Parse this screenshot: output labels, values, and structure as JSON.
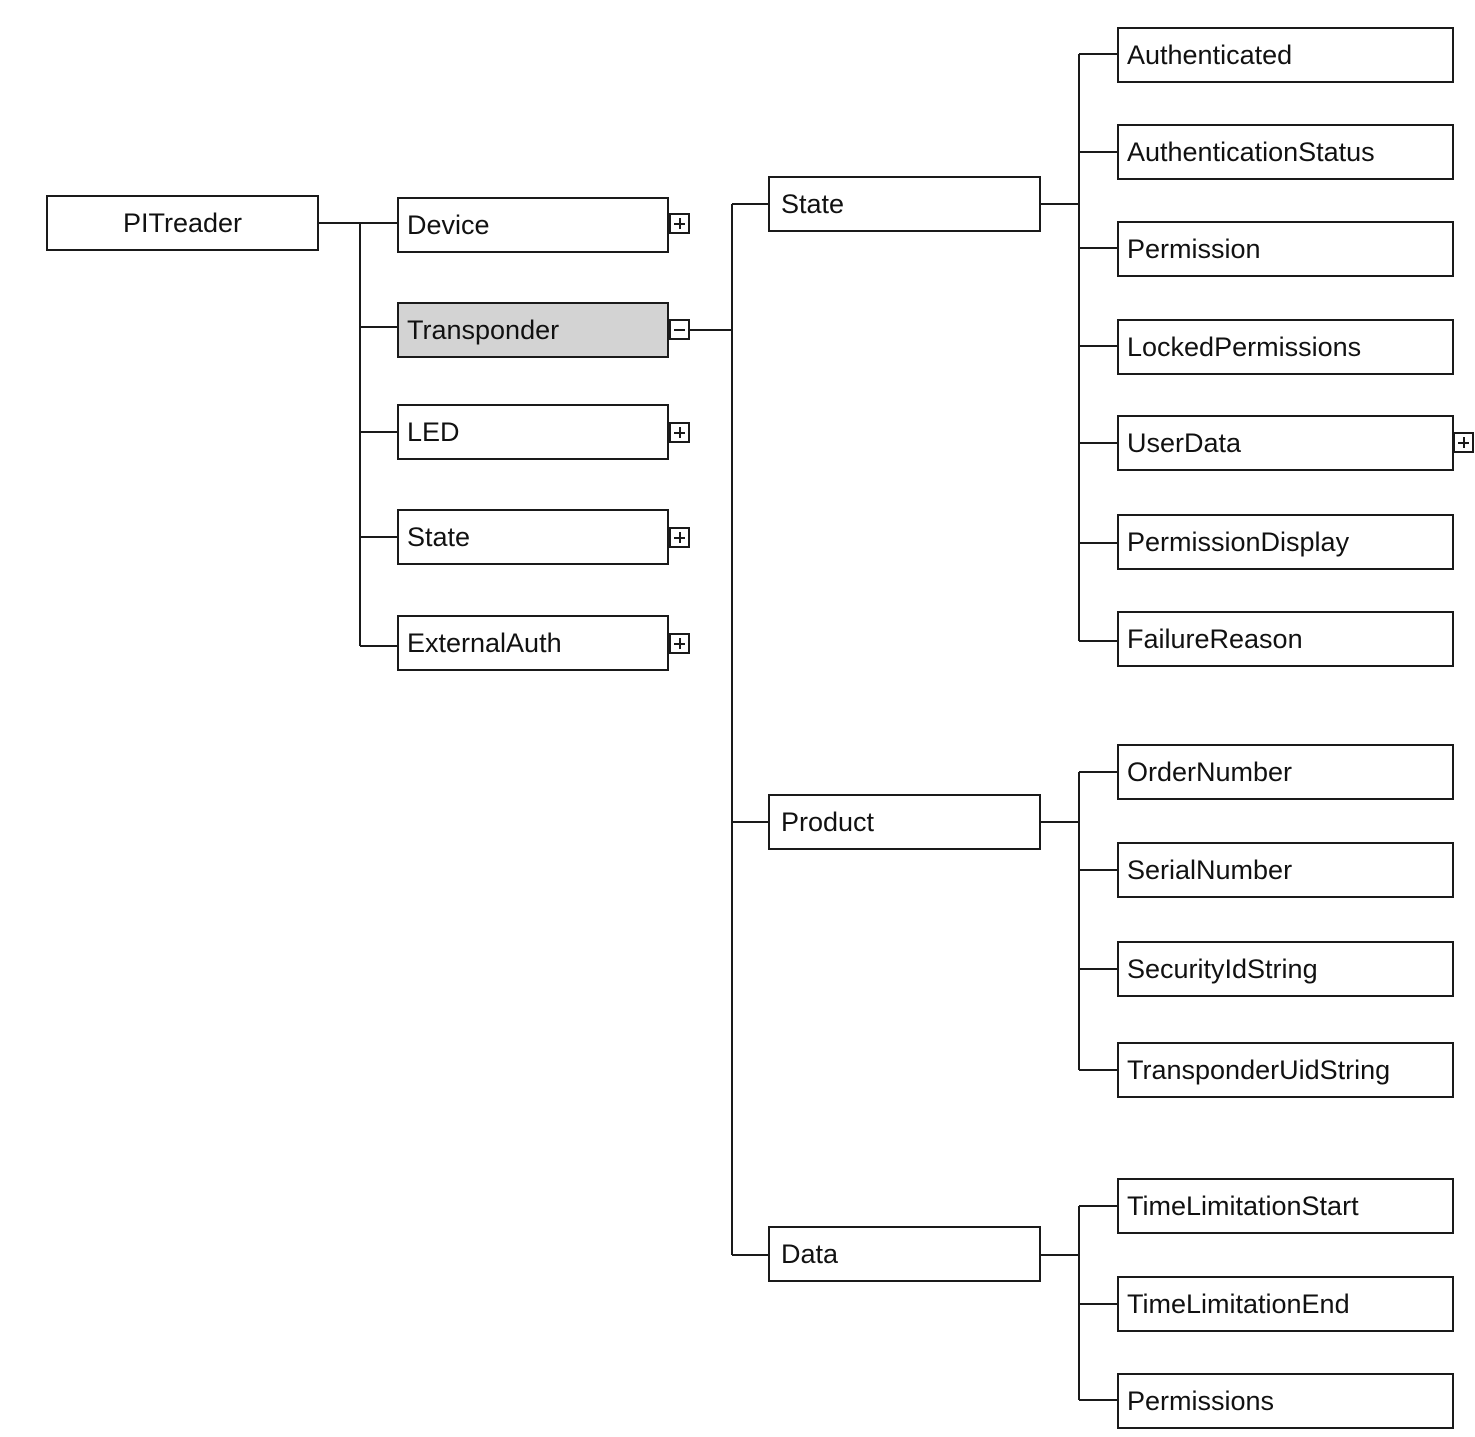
{
  "root": {
    "label": "PITreader"
  },
  "level1": [
    {
      "label": "Device",
      "toggle": "plus"
    },
    {
      "label": "Transponder",
      "toggle": "minus",
      "selected": true
    },
    {
      "label": "LED",
      "toggle": "plus"
    },
    {
      "label": "State",
      "toggle": "plus"
    },
    {
      "label": "ExternalAuth",
      "toggle": "plus"
    }
  ],
  "level2": [
    {
      "label": "State"
    },
    {
      "label": "Product"
    },
    {
      "label": "Data"
    }
  ],
  "leaves": {
    "state": [
      {
        "label": "Authenticated"
      },
      {
        "label": "AuthenticationStatus"
      },
      {
        "label": "Permission"
      },
      {
        "label": "LockedPermissions"
      },
      {
        "label": "UserData",
        "toggle": "plus"
      },
      {
        "label": "PermissionDisplay"
      },
      {
        "label": "FailureReason"
      }
    ],
    "product": [
      {
        "label": "OrderNumber"
      },
      {
        "label": "SerialNumber"
      },
      {
        "label": "SecurityIdString"
      },
      {
        "label": "TransponderUidString"
      }
    ],
    "data": [
      {
        "label": "TimeLimitationStart"
      },
      {
        "label": "TimeLimitationEnd"
      },
      {
        "label": "Permissions"
      }
    ]
  }
}
